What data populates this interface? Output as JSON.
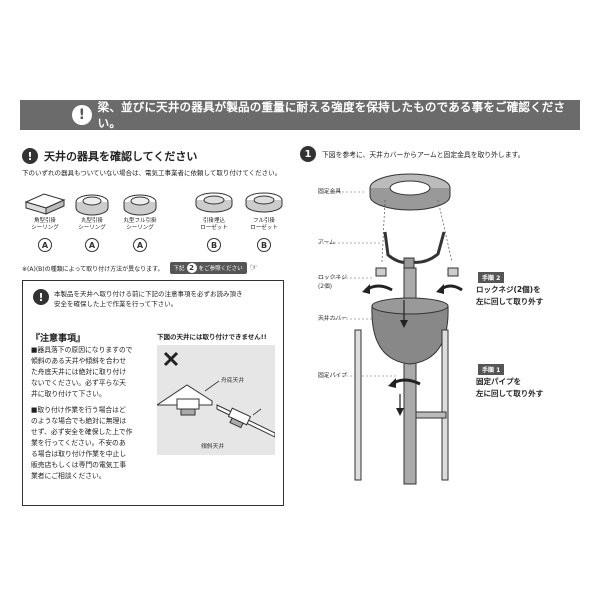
{
  "banner": {
    "icon": "exclamation-icon",
    "text": "梁、並びに天井の器具が製品の重量に耐える強度を保持したものである事をご確認ください。"
  },
  "left": {
    "heading": "天井の器具を確認してください",
    "sub": "下のいずれの器具もついていない場合は、電気工事業者に依頼して取り付けてください。",
    "fixtures": [
      {
        "label": "角型引掛\nシーリング",
        "type": "A"
      },
      {
        "label": "丸型引掛\nシーリング",
        "type": "A"
      },
      {
        "label": "丸型フル引掛\nシーリング",
        "type": "A"
      },
      {
        "label": "引掛埋込\nローゼット",
        "type": "B"
      },
      {
        "label": "フル引掛\nローゼット",
        "type": "B"
      }
    ],
    "note": "※(A)(B)の種類によって取り付け方法が異なります。",
    "pill_prefix": "下記",
    "pill_num": "2",
    "pill_suffix": "をご参照ください"
  },
  "warning": {
    "intro": "本製品を天井へ取り付ける前に下記の注意事項を必ずお読み頂き\n安全を確保した上で作業を行って下さい。",
    "caution_title": "『注意事項』",
    "caution_1": "■器具落下の原因になりますので\n傾斜のある天井や傾斜を合わせ\nた舟底天井には絶対に取り付け\nないでください。必ず平らな天\n井に取り付けて下さい。",
    "caution_2": "■取り付け作業を行う場合はど\nのような場合でも絶対に無理は\nせず、必ず安全を確保した上で作\n業を行ってください。不安のあ\nる場合は取り付け作業を中止し\n販売店もしくは専門の電気工事\n業者にご相談ください。",
    "dont_title": "下図の天井には取り付けできません!!",
    "funazoko": "舟底天井",
    "keisha": "傾斜天井"
  },
  "right": {
    "step_num": "1",
    "heading": "下図を参考に、天井カバーからアームと固定金具を取り外します。",
    "labels": {
      "kotei_kanagu": "固定金具",
      "arm": "アーム",
      "lock_neji": "ロックネジ\n(2個)",
      "tenjo_cover": "天井カバー",
      "kotei_pipe": "固定パイプ"
    },
    "step2_badge": "手順 2",
    "step2_text": "ロックネジ(2個)を\n左に回して取り外す",
    "step1_badge": "手順 1",
    "step1_text": "固定パイプを\n左に回して取り外す"
  },
  "colors": {
    "banner": "#6b6b6b",
    "dark": "#333333",
    "box": "#e6e6e6"
  }
}
